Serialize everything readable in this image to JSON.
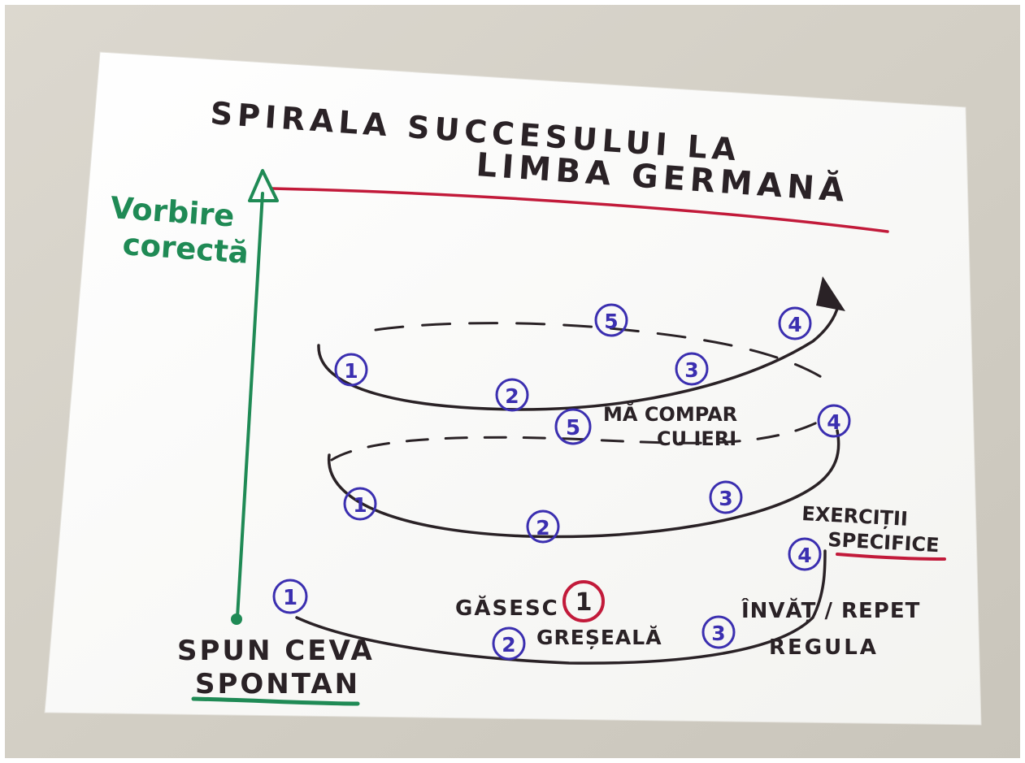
{
  "title": {
    "line1": "SPIRALA SUCCESULUI LA",
    "line2": "LIMBA GERMANĂ"
  },
  "axis_label": {
    "line1": "Vorbire",
    "line2": "corectă"
  },
  "start_label": {
    "line1": "SPUN CEVA",
    "line2": "SPONTAN"
  },
  "step_labels": {
    "find": "GĂSESC",
    "mistake": "GREȘEALĂ",
    "learn": "ÎNVĂȚ / REPET",
    "rule": "REGULA",
    "exercises": "EXERCIȚII",
    "specific": "SPECIFICE",
    "compare1": "MĂ COMPAR",
    "compare2": "CU IERI"
  },
  "markers": {
    "one": "1",
    "two": "2",
    "three": "3",
    "four": "4",
    "five": "5"
  },
  "colors": {
    "ink_dark": "#2a2226",
    "ink_blue": "#3b2fb0",
    "ink_green": "#1f8a55",
    "ink_red": "#c21a3a",
    "paper": "#fbfbf9",
    "table": "#d9d5cc"
  }
}
